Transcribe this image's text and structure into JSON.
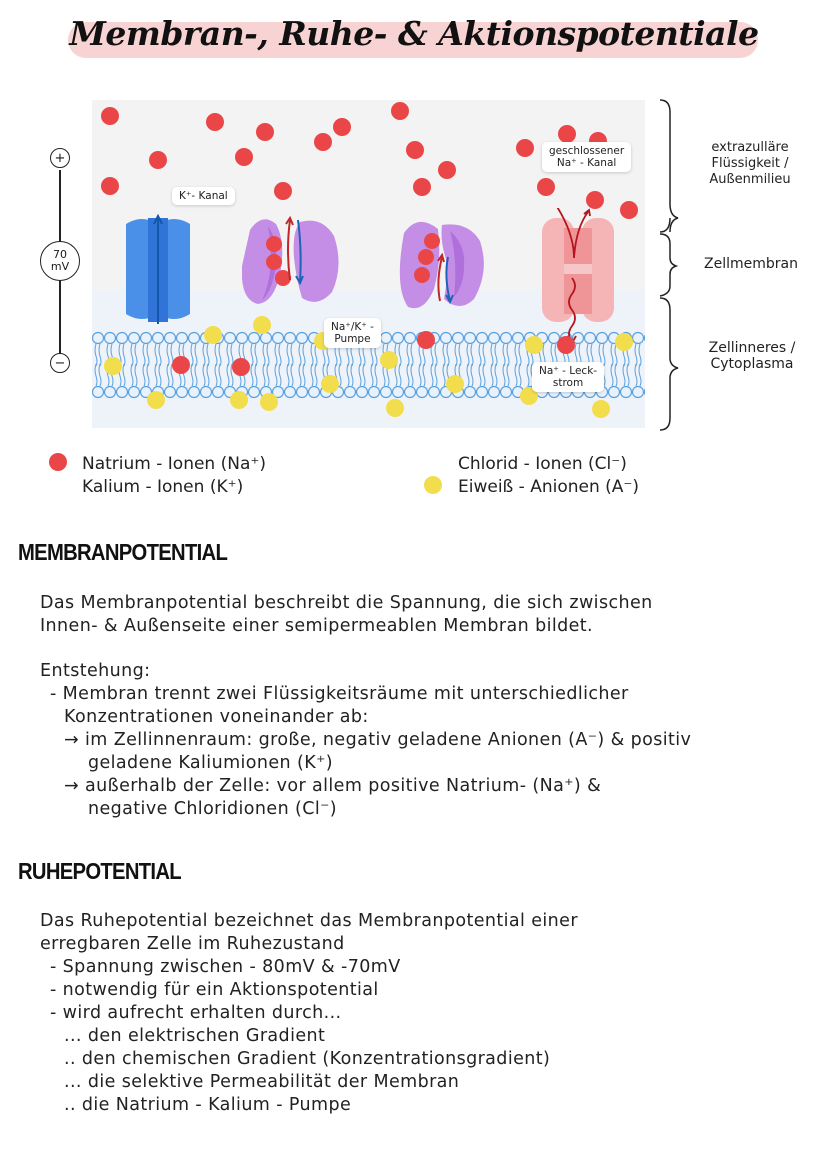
{
  "title": "Membran-, Ruhe- & Aktionspotentiale",
  "diagram": {
    "voltmeter": {
      "plus": "+",
      "minus": "−",
      "value": "70",
      "unit": "mV"
    },
    "labels": {
      "k_channel": "K⁺- Kanal",
      "pump_line1": "Na⁺/K⁺ -",
      "pump_line2": "Pumpe",
      "na_channel_line1": "geschlossener",
      "na_channel_line2": "Na⁺ - Kanal",
      "leak_line1": "Na⁺ - Leck-",
      "leak_line2": "strom"
    },
    "regions": {
      "extracellular_line1": "extrazulläre",
      "extracellular_line2": "Flüssigkeit /",
      "extracellular_line3": "Außenmilieu",
      "membrane": "Zellmembran",
      "intracellular_line1": "Zellinneres /",
      "intracellular_line2": "Cytoplasma"
    },
    "colors": {
      "sodium_potassium": "#ea4648",
      "chloride_protein": "#f2dd4d",
      "k_channel": "#4a8fe8",
      "pump": "#c58ee6",
      "na_channel": "#f5b4b6",
      "lipid": "#5aa0dd"
    }
  },
  "legend": {
    "red_line1": "Natrium - Ionen  (Na⁺)",
    "red_line2": "Kalium - Ionen  (K⁺)",
    "yellow_line1": "Chlorid - Ionen (Cl⁻)",
    "yellow_line2": "Eiweiß - Anionen (A⁻)"
  },
  "membranpotential": {
    "heading": "MEMBRANPOTENTIAL",
    "intro_line1": "Das Membranpotential beschreibt die Spannung, die sich zwischen",
    "intro_line2": "Innen- & Außenseite einer semipermeablen Membran bildet.",
    "entstehung_label": "Entstehung:",
    "bullet1_line1": "- Membran trennt zwei Flüssigkeitsräume mit unterschiedlicher",
    "bullet1_line2": "Konzentrationen voneinander ab:",
    "arrow1_line1": "→ im Zellinnenraum: große, negativ geladene Anionen (A⁻) & positiv",
    "arrow1_line2": "geladene Kaliumionen (K⁺)",
    "arrow2_line1": "→ außerhalb der Zelle: vor allem positive Natrium- (Na⁺) &",
    "arrow2_line2": "negative Chloridionen (Cl⁻)"
  },
  "ruhepotential": {
    "heading": "RUHEPOTENTIAL",
    "intro_line1": "Das Ruhepotential bezeichnet das Membranpotential einer",
    "intro_line2": "erregbaren Zelle im Ruhezustand",
    "bullets": [
      "- Spannung zwischen  - 80mV & -70mV",
      "- notwendig für ein Aktionspotential",
      "- wird aufrecht erhalten durch..."
    ],
    "sub_bullets": [
      "... den elektrischen Gradient",
      ".. den chemischen Gradient (Konzentrationsgradient)",
      "... die selektive Permeabilität der Membran",
      ".. die Natrium - Kalium - Pumpe"
    ]
  }
}
